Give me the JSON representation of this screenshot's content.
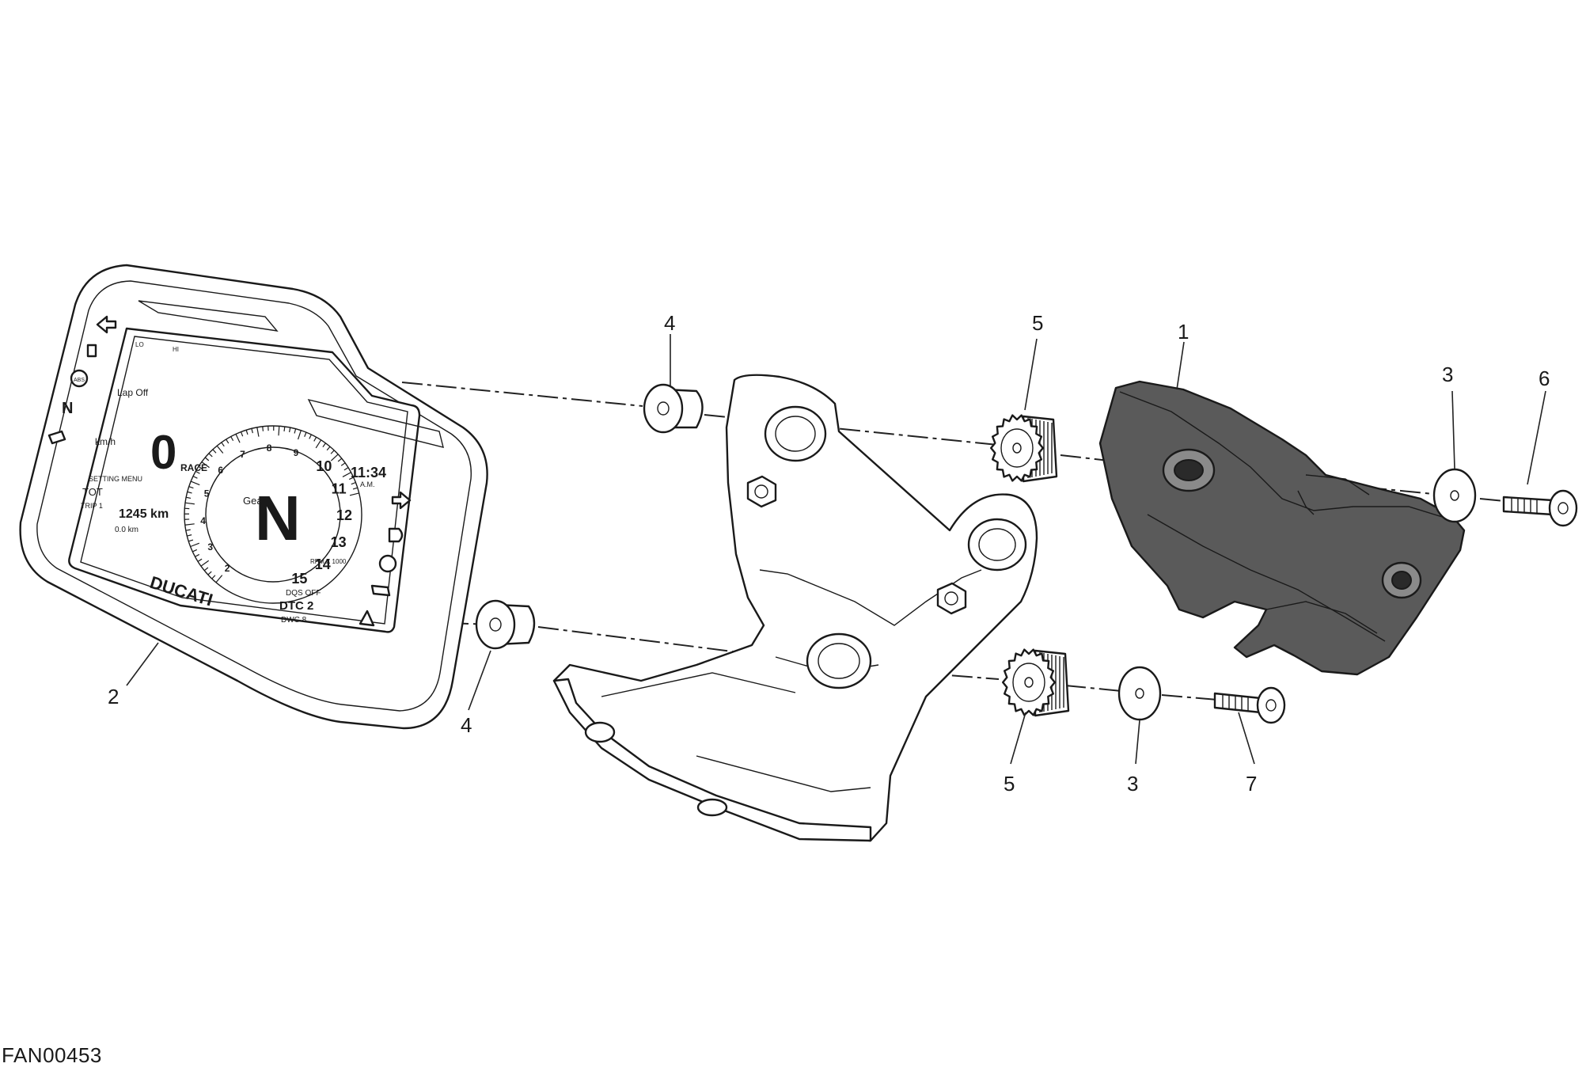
{
  "diagram": {
    "reference_code": "FAN00453",
    "callouts": [
      {
        "id": "c1",
        "label": "1"
      },
      {
        "id": "c2",
        "label": "2"
      },
      {
        "id": "c3a",
        "label": "3"
      },
      {
        "id": "c3b",
        "label": "3"
      },
      {
        "id": "c4a",
        "label": "4"
      },
      {
        "id": "c4b",
        "label": "4"
      },
      {
        "id": "c5a",
        "label": "5"
      },
      {
        "id": "c5b",
        "label": "5"
      },
      {
        "id": "c6",
        "label": "6"
      },
      {
        "id": "c7",
        "label": "7"
      }
    ],
    "dashboard_display": {
      "speed": "0",
      "speed_unit": "km/h",
      "lap": "Lap Off",
      "mode": "RACE",
      "gear_label": "Gear",
      "gear": "N",
      "clock": "11:34",
      "clock_ampm": "A.M.",
      "rpm_unit": "RPM X 1000",
      "setting_menu": "SETTING MENU",
      "tot": "TOT",
      "trip": "TRIP 1",
      "odometer": "1245 km",
      "trip_value": "0.0 km",
      "dqs": "DQS OFF",
      "dtc": "DTC 2",
      "dwc": "DWC 8",
      "lo_label": "LO",
      "hi_label": "HI",
      "abs_label": "ABS",
      "brand": "DUCATI",
      "rpm_ticks": [
        "2",
        "3",
        "4",
        "5",
        "6",
        "7",
        "8",
        "9",
        "10",
        "11",
        "12",
        "13",
        "14",
        "15"
      ]
    }
  }
}
